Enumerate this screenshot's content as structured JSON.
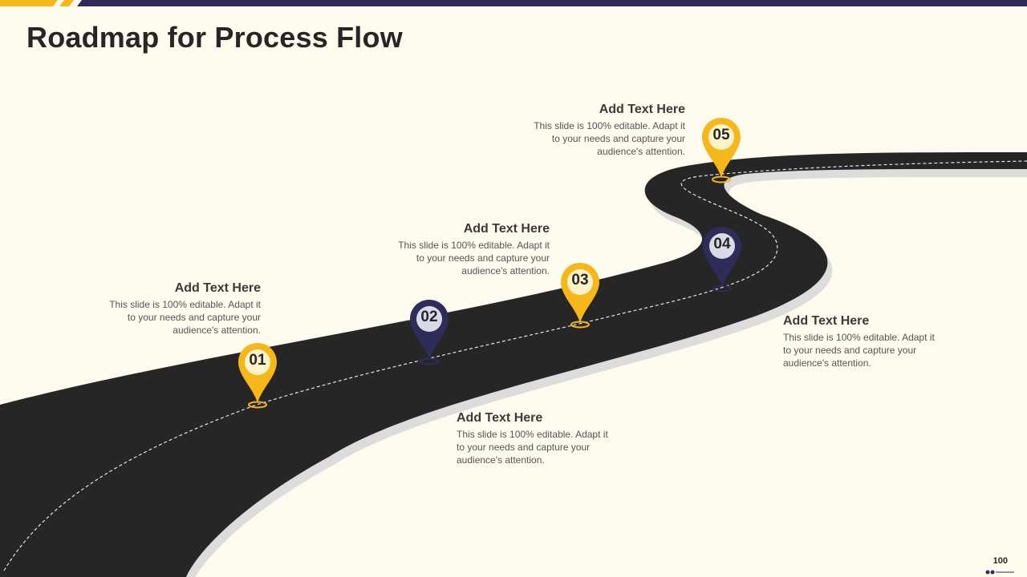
{
  "slide": {
    "title": "Roadmap for Process Flow",
    "page_number": "100"
  },
  "colors": {
    "background": "#fdfaee",
    "road": "#262626",
    "road_shadow": "#dcdcdc",
    "accent_yellow": "#f5b71a",
    "accent_navy": "#2e2d5a",
    "pin_face_yellow": "#fef2c9",
    "pin_face_navy": "#d9d9e8"
  },
  "milestones": [
    {
      "number": "01",
      "heading": "Add Text Here",
      "body": "This slide is 100% editable. Adapt it to your needs and capture your audience's attention.",
      "pin_color": "yellow"
    },
    {
      "number": "02",
      "heading": "Add Text Here",
      "body": "This slide is 100% editable. Adapt it to your needs and capture your audience's attention.",
      "pin_color": "navy"
    },
    {
      "number": "03",
      "heading": "Add Text Here",
      "body": "This slide is 100% editable. Adapt it to your needs and capture your audience's attention.",
      "pin_color": "yellow"
    },
    {
      "number": "04",
      "heading": "Add Text Here",
      "body": "This slide is 100% editable. Adapt it to your needs and capture your audience's attention.",
      "pin_color": "navy"
    },
    {
      "number": "05",
      "heading": "Add Text Here",
      "body": "This slide is 100% editable. Adapt it to your needs and capture your audience's attention.",
      "pin_color": "yellow"
    }
  ]
}
